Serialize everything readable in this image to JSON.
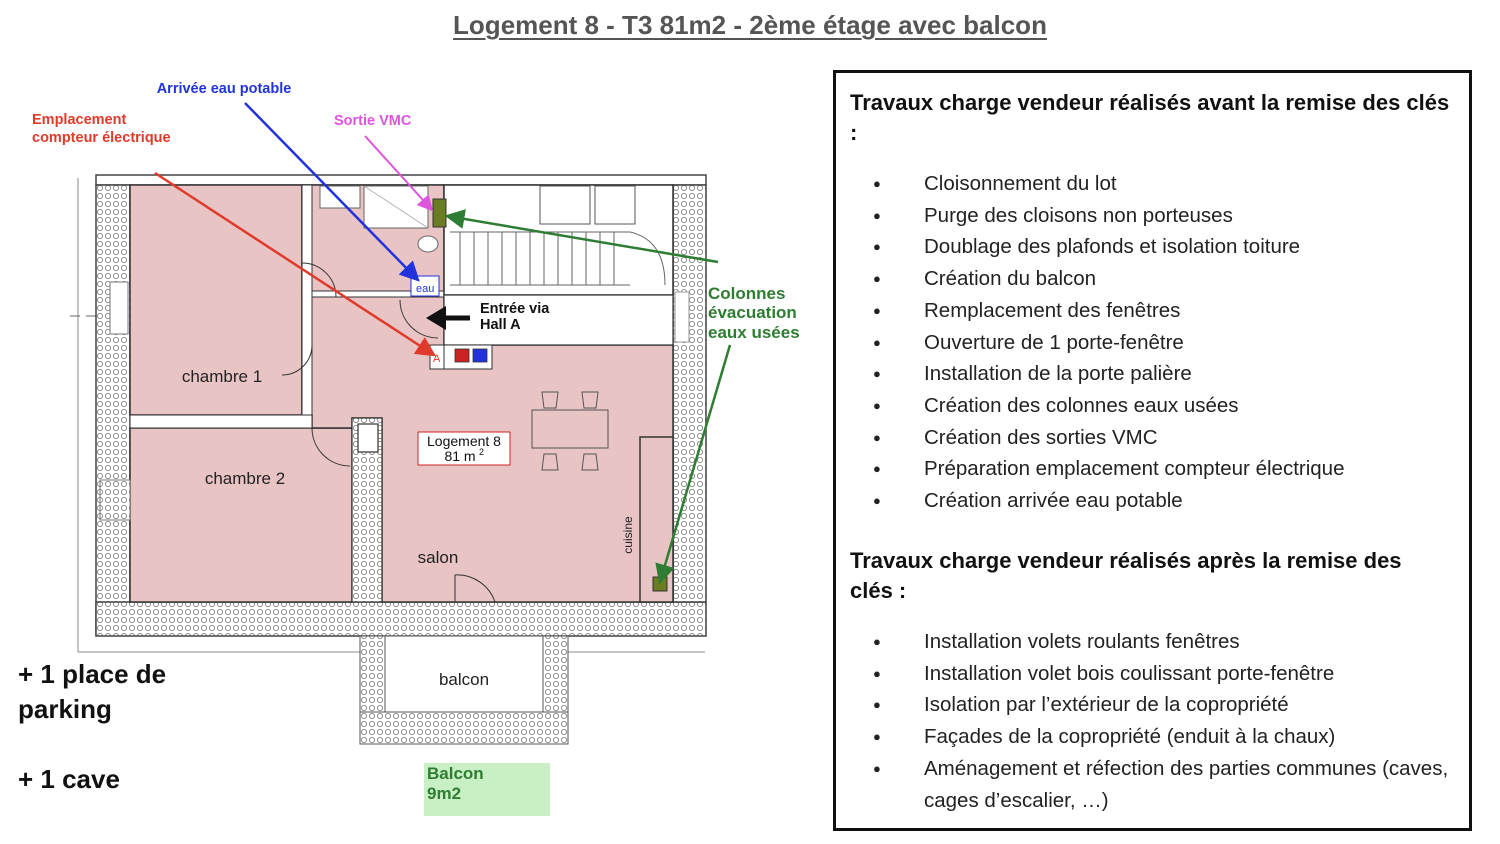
{
  "title": "Logement 8 - T3 81m2 - 2ème étage avec balcon",
  "plan": {
    "labels": {
      "water_supply": "Arrivée eau potable",
      "electric_meter_line1": "Emplacement",
      "electric_meter_line2": "compteur électrique",
      "vmc_outlet": "Sortie VMC",
      "waste_columns_line1": "Colonnes",
      "waste_columns_line2": "évacuation",
      "waste_columns_line3": "eaux usées",
      "entrance_line1": "Entrée via",
      "entrance_line2": "Hall A",
      "water_tag": "eau",
      "meter_tag": "A",
      "unit_line1": "Logement 8",
      "unit_line2": "81 m",
      "unit_sup": "2"
    },
    "rooms": {
      "bedroom1": "chambre 1",
      "bedroom2": "chambre 2",
      "living": "salon",
      "kitchen": "cuisine",
      "balcony": "balcon"
    },
    "balcony_badge_line1": "Balcon",
    "balcony_badge_line2": "9m2"
  },
  "extras": {
    "parking": "+ 1 place de parking",
    "cave": "+ 1 cave"
  },
  "works": {
    "before_title": "Travaux charge vendeur réalisés avant la remise des clés :",
    "before": [
      "Cloisonnement du lot",
      "Purge des cloisons non porteuses",
      "Doublage des plafonds et isolation toiture",
      "Création du balcon",
      "Remplacement des fenêtres",
      "Ouverture de 1 porte-fenêtre",
      "Installation de la porte palière",
      "Création des colonnes eaux usées",
      "Création des sorties VMC",
      "Préparation emplacement compteur électrique",
      "Création arrivée eau potable"
    ],
    "after_title": "Travaux charge vendeur réalisés après la remise des clés :",
    "after": [
      "Installation volets roulants fenêtres",
      "Installation volet bois coulissant porte-fenêtre",
      "Isolation par l’extérieur de la copropriété",
      "Façades de la copropriété (enduit à la chaux)",
      "Aménagement et réfection des parties communes (caves, cages d’escalier, …)"
    ]
  },
  "colors": {
    "room_fill": "#e8c4c4",
    "water_arrow": "#2233dd",
    "meter_arrow": "#e03a2a",
    "vmc_arrow": "#dd55dd",
    "waste_arrow": "#2e7d32",
    "waste_column_fill": "#6b7d22",
    "balcony_badge_fill": "#c9f0c5"
  }
}
